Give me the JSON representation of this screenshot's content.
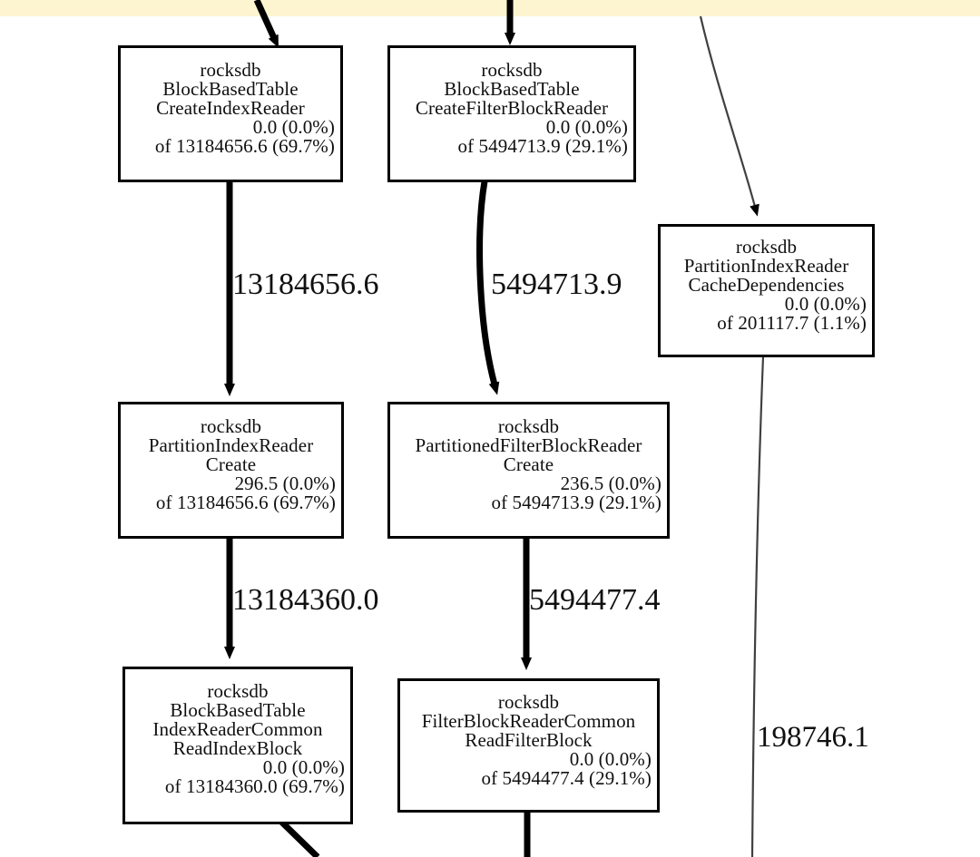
{
  "page": {
    "kind": "pprof-call-graph",
    "banner_color": "#fdf5cf",
    "background_color": "#ffffff",
    "node_border_color": "#000000",
    "text_color": "#101010"
  },
  "nodes": [
    {
      "id": "create-index-reader",
      "package": "rocksdb",
      "class": "BlockBasedTable",
      "method": "CreateIndexReader",
      "flat": "0.0 (0.0%)",
      "cum": "of 13184656.6 (69.7%)",
      "lines": [
        "rocksdb",
        "BlockBasedTable",
        "CreateIndexReader",
        "0.0 (0.0%)",
        "of 13184656.6 (69.7%)"
      ]
    },
    {
      "id": "create-filter-block-reader",
      "package": "rocksdb",
      "class": "BlockBasedTable",
      "method": "CreateFilterBlockReader",
      "flat": "0.0 (0.0%)",
      "cum": "of 5494713.9 (29.1%)",
      "lines": [
        "rocksdb",
        "BlockBasedTable",
        "CreateFilterBlockReader",
        "0.0 (0.0%)",
        "of 5494713.9 (29.1%)"
      ]
    },
    {
      "id": "cache-dependencies",
      "package": "rocksdb",
      "class": "PartitionIndexReader",
      "method": "CacheDependencies",
      "flat": "0.0 (0.0%)",
      "cum": "of 201117.7 (1.1%)",
      "lines": [
        "rocksdb",
        "PartitionIndexReader",
        "CacheDependencies",
        "0.0 (0.0%)",
        "of 201117.7 (1.1%)"
      ]
    },
    {
      "id": "partition-index-reader-create",
      "package": "rocksdb",
      "class": "PartitionIndexReader",
      "method": "Create",
      "flat": "296.5 (0.0%)",
      "cum": "of 13184656.6 (69.7%)",
      "lines": [
        "rocksdb",
        "PartitionIndexReader",
        "Create",
        "296.5 (0.0%)",
        "of 13184656.6 (69.7%)"
      ]
    },
    {
      "id": "partitioned-filter-block-reader-create",
      "package": "rocksdb",
      "class": "PartitionedFilterBlockReader",
      "method": "Create",
      "flat": "236.5 (0.0%)",
      "cum": "of 5494713.9 (29.1%)",
      "lines": [
        "rocksdb",
        "PartitionedFilterBlockReader",
        "Create",
        "236.5 (0.0%)",
        "of 5494713.9 (29.1%)"
      ]
    },
    {
      "id": "read-index-block",
      "package": "rocksdb",
      "class": "BlockBasedTable",
      "subclass": "IndexReaderCommon",
      "method": "ReadIndexBlock",
      "flat": "0.0 (0.0%)",
      "cum": "of 13184360.0 (69.7%)",
      "lines": [
        "rocksdb",
        "BlockBasedTable",
        "IndexReaderCommon",
        "ReadIndexBlock",
        "0.0 (0.0%)",
        "of 13184360.0 (69.7%)"
      ]
    },
    {
      "id": "read-filter-block",
      "package": "rocksdb",
      "class": "FilterBlockReaderCommon",
      "method": "ReadFilterBlock",
      "flat": "0.0 (0.0%)",
      "cum": "of 5494477.4 (29.1%)",
      "lines": [
        "rocksdb",
        "FilterBlockReaderCommon",
        "ReadFilterBlock",
        "0.0 (0.0%)",
        "of 5494477.4 (29.1%)"
      ]
    }
  ],
  "edges": [
    {
      "id": "edge-index-reader-to-partition-create",
      "from": "create-index-reader",
      "to": "partition-index-reader-create",
      "label": "13184656.6",
      "weight": "thick"
    },
    {
      "id": "edge-filter-reader-to-partitioned-filter-create",
      "from": "create-filter-block-reader",
      "to": "partitioned-filter-block-reader-create",
      "label": "5494713.9",
      "weight": "thick"
    },
    {
      "id": "edge-partition-create-to-read-index-block",
      "from": "partition-index-reader-create",
      "to": "read-index-block",
      "label": "13184360.0",
      "weight": "thick"
    },
    {
      "id": "edge-partitioned-filter-create-to-read-filter-block",
      "from": "partitioned-filter-block-reader-create",
      "to": "read-filter-block",
      "label": "5494477.4",
      "weight": "thick"
    },
    {
      "id": "edge-cache-dependencies-outgoing",
      "from": "cache-dependencies",
      "to": "",
      "label": "198746.1",
      "weight": "thin"
    },
    {
      "id": "edge-incoming-cache-dependencies",
      "from": "",
      "to": "cache-dependencies",
      "label": "",
      "weight": "thin"
    },
    {
      "id": "edge-incoming-create-index-reader",
      "from": "",
      "to": "create-index-reader",
      "label": "",
      "weight": "thick"
    },
    {
      "id": "edge-incoming-create-filter-block-reader",
      "from": "",
      "to": "create-filter-block-reader",
      "label": "",
      "weight": "thick"
    },
    {
      "id": "edge-read-index-block-outgoing",
      "from": "read-index-block",
      "to": "",
      "label": "",
      "weight": "thick"
    },
    {
      "id": "edge-read-filter-block-outgoing",
      "from": "read-filter-block",
      "to": "",
      "label": "",
      "weight": "thick"
    }
  ]
}
